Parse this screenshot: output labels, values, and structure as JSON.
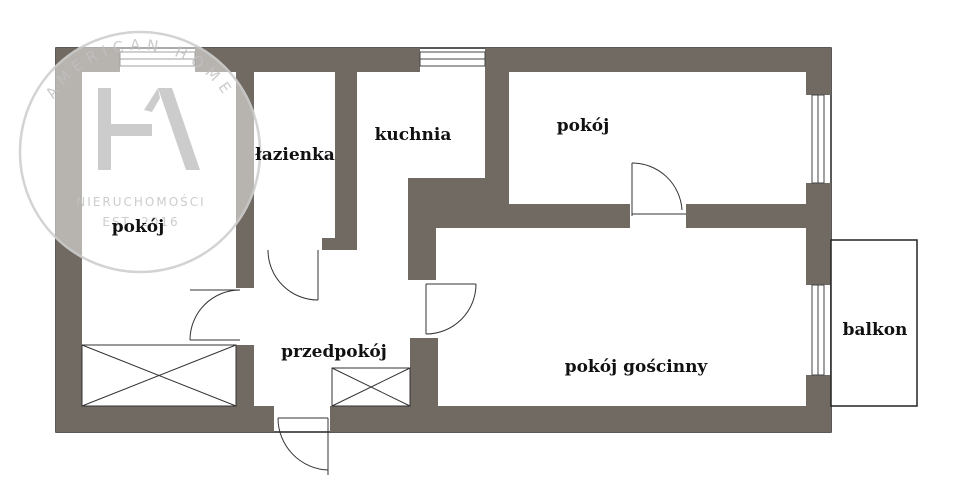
{
  "rooms": {
    "pokoj_small": "pokój",
    "lazienka": "łazienka",
    "kuchnia": "kuchnia",
    "pokoj_top": "pokój",
    "przedpokoj": "przedpokój",
    "pokoj_goscinny": "pokój gościnny",
    "balkon": "balkon"
  },
  "watermark": {
    "arc_text": "AMERICAN HOME",
    "line1": "NIERUCHOMOŚCI",
    "line2": "EST. 2016",
    "logo_letters": "AH"
  },
  "colors": {
    "wall": "#716a63",
    "line": "#222222",
    "watermark": "#c7c7c7"
  }
}
